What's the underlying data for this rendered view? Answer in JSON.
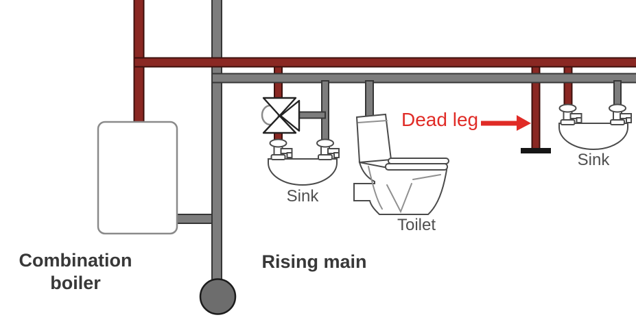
{
  "labels": {
    "combination_boiler": "Combination\nboiler",
    "rising_main": "Rising main",
    "sink_left": "Sink",
    "toilet": "Toilet",
    "dead_leg": "Dead leg",
    "sink_right": "Sink"
  },
  "colors": {
    "hot_pipe_fill": "#8a2823",
    "hot_pipe_outline": "#3d100d",
    "cold_pipe_fill": "#7d7d7d",
    "cold_pipe_outline": "#363636",
    "annotation_red": "#e02b26",
    "heading_text": "#383838",
    "fixture_text": "#4f4f4f",
    "end_cap_black": "#161616",
    "drain_ball_fill": "#6d6d6d",
    "background": "#ffffff"
  }
}
